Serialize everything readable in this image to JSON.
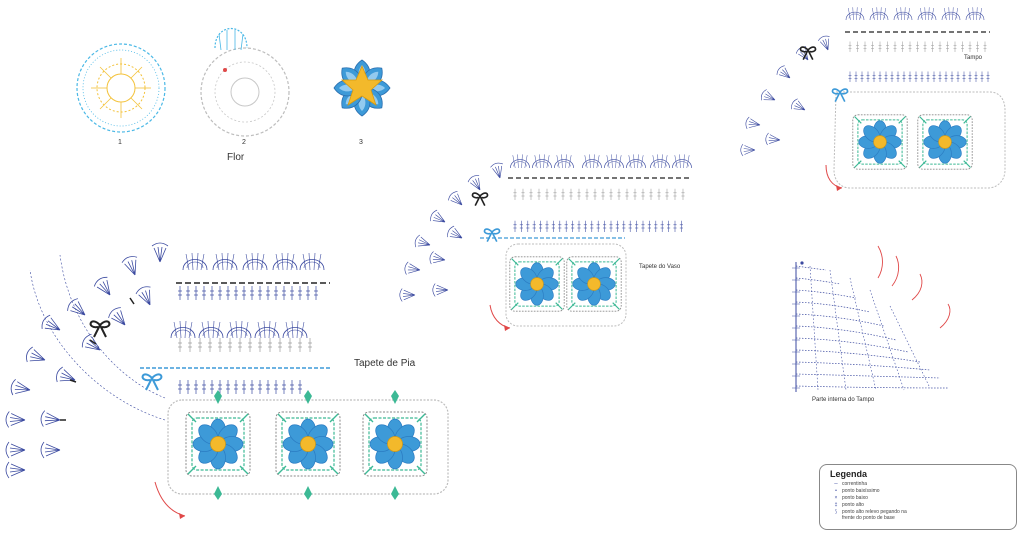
{
  "labels": {
    "flower_step_1": "1",
    "flower_step_2": "2",
    "flower_step_3": "3",
    "flower_title": "Flor",
    "sink_rug": "Tapete de Pia",
    "vase_rug": "Tapete do Vaso",
    "lid": "Tampo",
    "lid_inner": "Parte interna do Tampo"
  },
  "legend": {
    "title": "Legenda",
    "items": [
      {
        "symbol": "∼",
        "label": "correntinha"
      },
      {
        "symbol": "•",
        "label": "ponto baixíssimo"
      },
      {
        "symbol": "×",
        "label": "ponto baixo"
      },
      {
        "symbol": "‡",
        "label": "ponto alto"
      },
      {
        "symbol": "⟆",
        "label": "ponto alto relevo pegando na"
      },
      {
        "symbol": "",
        "label": "frente do ponto de base"
      }
    ]
  },
  "colors": {
    "stitch_blue": "#3b4aa0",
    "stitch_gray": "#9a9a9a",
    "petal_blue": "#3d9ad8",
    "petal_light": "#a9d6f5",
    "flower_center": "#f3b92b",
    "teal": "#3cb995",
    "accent_red": "#e04848"
  }
}
